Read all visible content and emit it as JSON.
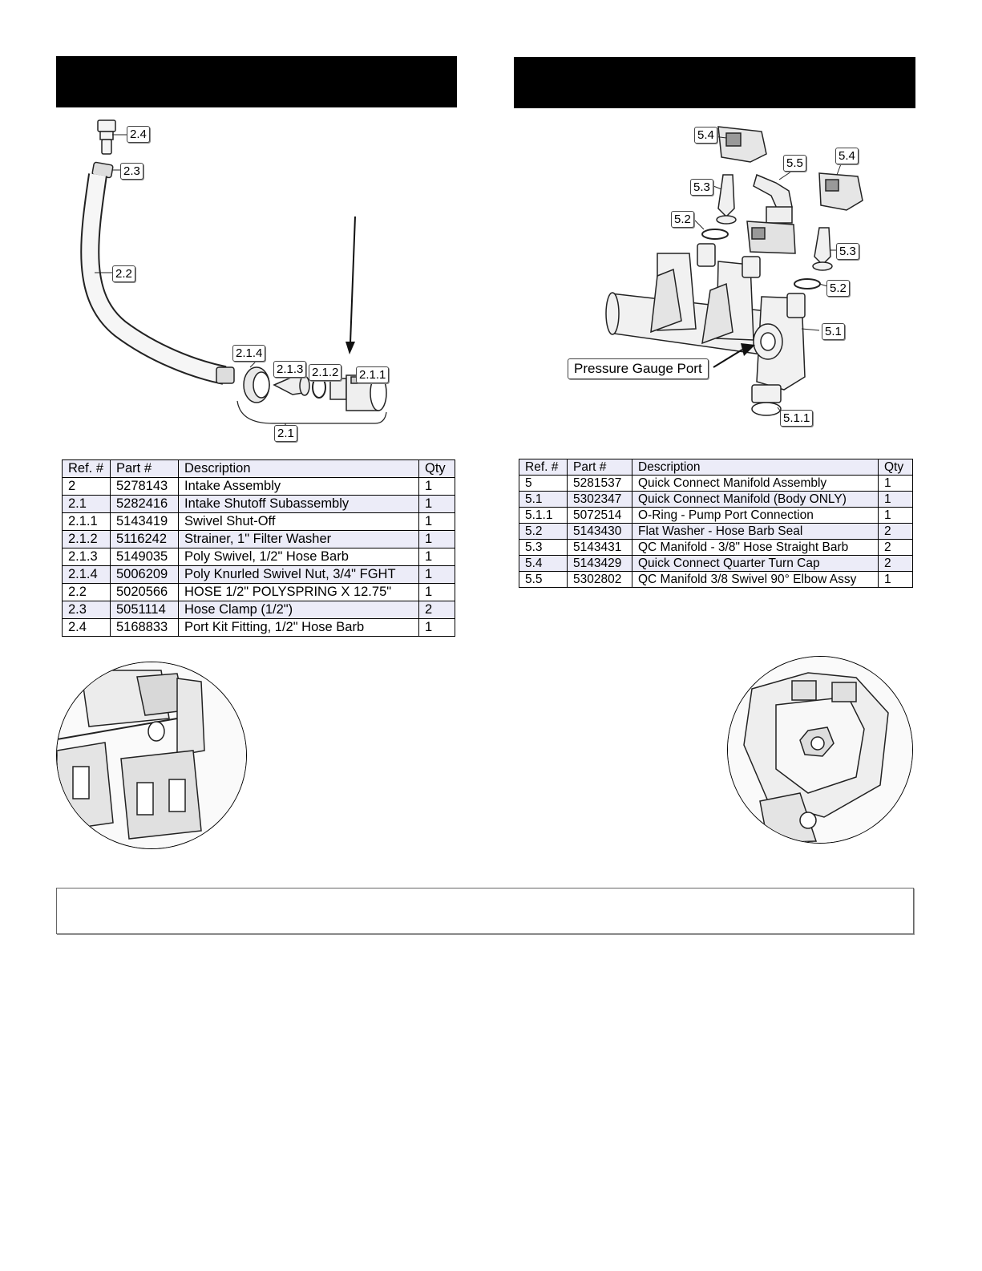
{
  "left_section": {
    "callouts": [
      "2.4",
      "2.3",
      "2.2",
      "2.1.4",
      "2.1.3",
      "2.1.2",
      "2.1.1",
      "2.1"
    ],
    "table": {
      "headers": [
        "Ref. #",
        "Part #",
        "Description",
        "Qty"
      ],
      "rows": [
        [
          "2",
          "5278143",
          "Intake Assembly",
          "1"
        ],
        [
          "2.1",
          "5282416",
          "Intake Shutoff Subassembly",
          "1"
        ],
        [
          "2.1.1",
          "5143419",
          "Swivel Shut-Off",
          "1"
        ],
        [
          "2.1.2",
          "5116242",
          "Strainer, 1\" Filter Washer",
          "1"
        ],
        [
          "2.1.3",
          "5149035",
          "Poly Swivel, 1/2\" Hose Barb",
          "1"
        ],
        [
          "2.1.4",
          "5006209",
          "Poly Knurled Swivel Nut, 3/4\" FGHT",
          "1"
        ],
        [
          "2.2",
          "5020566",
          "HOSE 1/2\" POLYSPRING X 12.75\"",
          "1"
        ],
        [
          "2.3",
          "5051114",
          "Hose Clamp (1/2\")",
          "2"
        ],
        [
          "2.4",
          "5168833",
          "Port Kit Fitting, 1/2\" Hose Barb",
          "1"
        ]
      ]
    }
  },
  "right_section": {
    "callouts": [
      "5.4",
      "5.4",
      "5.5",
      "5.3",
      "5.2",
      "5.3",
      "5.2",
      "5.1",
      "5.1.1"
    ],
    "pressure_gauge_label": "Pressure Gauge Port",
    "table": {
      "headers": [
        "Ref. #",
        "Part #",
        "Description",
        "Qty"
      ],
      "rows": [
        [
          "5",
          "5281537",
          "Quick Connect Manifold Assembly",
          "1"
        ],
        [
          "5.1",
          "5302347",
          "Quick Connect Manifold (Body ONLY)",
          "1"
        ],
        [
          "5.1.1",
          "5072514",
          "O-Ring - Pump Port Connection",
          "1"
        ],
        [
          "5.2",
          "5143430",
          "Flat Washer - Hose Barb Seal",
          "2"
        ],
        [
          "5.3",
          "5143431",
          "QC Manifold - 3/8\" Hose Straight Barb",
          "2"
        ],
        [
          "5.4",
          "5143429",
          "Quick Connect Quarter Turn Cap",
          "2"
        ],
        [
          "5.5",
          "5302802",
          "QC Manifold 3/8 Swivel 90° Elbow Assy",
          "1"
        ]
      ]
    }
  }
}
